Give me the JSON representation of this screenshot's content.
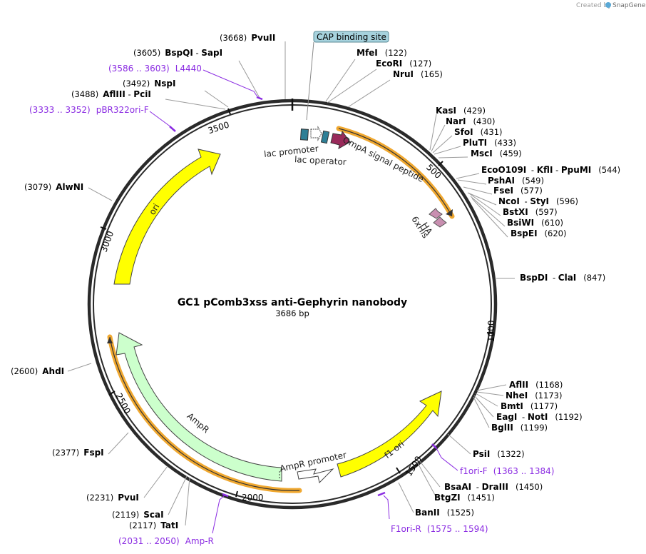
{
  "title": "GC1 pComb3xss anti-Gephyrin nanobody",
  "length_label": "3686 bp",
  "total_bp": 3686,
  "credit": "Created by",
  "credit_brand": "SnapGene",
  "ticks": [
    "500",
    "1000",
    "1500",
    "2000",
    "2500",
    "3000",
    "3500"
  ],
  "enzymes": [
    {
      "name": "PvuII",
      "pos": "(3668)"
    },
    {
      "name": "MfeI",
      "pos": "(122)"
    },
    {
      "name": "EcoRI",
      "pos": "(127)"
    },
    {
      "name": "NruI",
      "pos": "(165)"
    },
    {
      "name": "BspQI",
      "sep": " - ",
      "name2": "SapI",
      "pos": "(3605)"
    },
    {
      "name": "NspI",
      "pos": "(3492)"
    },
    {
      "name": "AflIII",
      "sep": " - ",
      "name2": "PciI",
      "pos": "(3488)"
    },
    {
      "name": "KasI",
      "pos": "(429)"
    },
    {
      "name": "NarI",
      "pos": "(430)"
    },
    {
      "name": "SfoI",
      "pos": "(431)"
    },
    {
      "name": "PluTI",
      "pos": "(433)"
    },
    {
      "name": "MscI",
      "pos": "(459)"
    },
    {
      "name": "EcoO109I",
      "sep": " - ",
      "name2": "KflI",
      "sep2": " - ",
      "name3": "PpuMI",
      "pos": "(544)"
    },
    {
      "name": "PshAI",
      "pos": "(549)"
    },
    {
      "name": "FseI",
      "pos": "(577)"
    },
    {
      "name": "NcoI",
      "sep": " - ",
      "name2": "StyI",
      "pos": "(596)"
    },
    {
      "name": "BstXI",
      "pos": "(597)"
    },
    {
      "name": "BsiWI",
      "pos": "(610)"
    },
    {
      "name": "BspEI",
      "pos": "(620)"
    },
    {
      "name": "AlwNI",
      "pos": "(3079)"
    },
    {
      "name": "BspDI",
      "sep": " - ",
      "name2": "ClaI",
      "pos": "(847)"
    },
    {
      "name": "AhdI",
      "pos": "(2600)"
    },
    {
      "name": "AflII",
      "pos": "(1168)"
    },
    {
      "name": "NheI",
      "pos": "(1173)"
    },
    {
      "name": "BmtI",
      "pos": "(1177)"
    },
    {
      "name": "EagI",
      "sep": " - ",
      "name2": "NotI",
      "pos": "(1192)"
    },
    {
      "name": "BglII",
      "pos": "(1199)"
    },
    {
      "name": "FspI",
      "pos": "(2377)"
    },
    {
      "name": "PsiI",
      "pos": "(1322)"
    },
    {
      "name": "BsaAI",
      "sep": " - ",
      "name2": "DraIII",
      "pos": "(1450)"
    },
    {
      "name": "BtgZI",
      "pos": "(1451)"
    },
    {
      "name": "PvuI",
      "pos": "(2231)"
    },
    {
      "name": "ScaI",
      "pos": "(2119)"
    },
    {
      "name": "TatI",
      "pos": "(2117)"
    },
    {
      "name": "BanII",
      "pos": "(1525)"
    }
  ],
  "primers": [
    {
      "range": "(3586 .. 3603)",
      "name": "L4440"
    },
    {
      "range": "(3333 .. 3352)",
      "name": "pBR322ori-F"
    },
    {
      "range": "(1363 .. 1384)",
      "name": "f1ori-F"
    },
    {
      "range": "(1575 .. 1594)",
      "name": "F1ori-R"
    },
    {
      "range": "(2031 .. 2050)",
      "name": "Amp-R"
    }
  ],
  "features": {
    "cap": "CAP binding site",
    "lac_promoter": "lac promoter",
    "lac_operator": "lac operator",
    "ompa": "OmpA signal peptide",
    "ha": "HA",
    "his": "6xHis",
    "ori": "ori",
    "ampr": "AmpR",
    "ampr_promoter": "AmpR promoter",
    "f1ori": "f1 ori"
  },
  "colors": {
    "ori": "#ffff00",
    "ampr": "#ccffcc",
    "f1ori": "#ffff00",
    "ompa": "#992a5a",
    "tag": "#c88fb0",
    "lac": "#2e7f96",
    "cap": "#a6d2dd",
    "primer": "#8a2be2",
    "orf": "#f0a830"
  }
}
